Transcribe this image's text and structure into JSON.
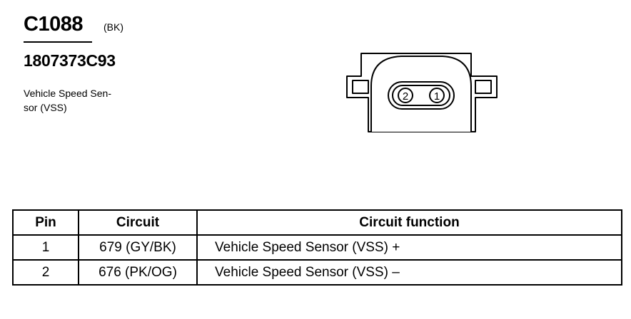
{
  "header": {
    "connector_id": "C1088",
    "color_code": "(BK)",
    "part_number": "1807373C93",
    "description_line1": "Vehicle Speed Sen-",
    "description_line2": "sor (VSS)"
  },
  "connector": {
    "pin_labels": [
      "2",
      "1"
    ]
  },
  "table": {
    "headers": {
      "pin": "Pin",
      "circuit": "Circuit",
      "function": "Circuit function"
    },
    "rows": [
      {
        "pin": "1",
        "circuit": "679 (GY/BK)",
        "function": "Vehicle Speed Sensor (VSS) +"
      },
      {
        "pin": "2",
        "circuit": "676 (PK/OG)",
        "function": "Vehicle Speed Sensor (VSS) –"
      }
    ]
  }
}
